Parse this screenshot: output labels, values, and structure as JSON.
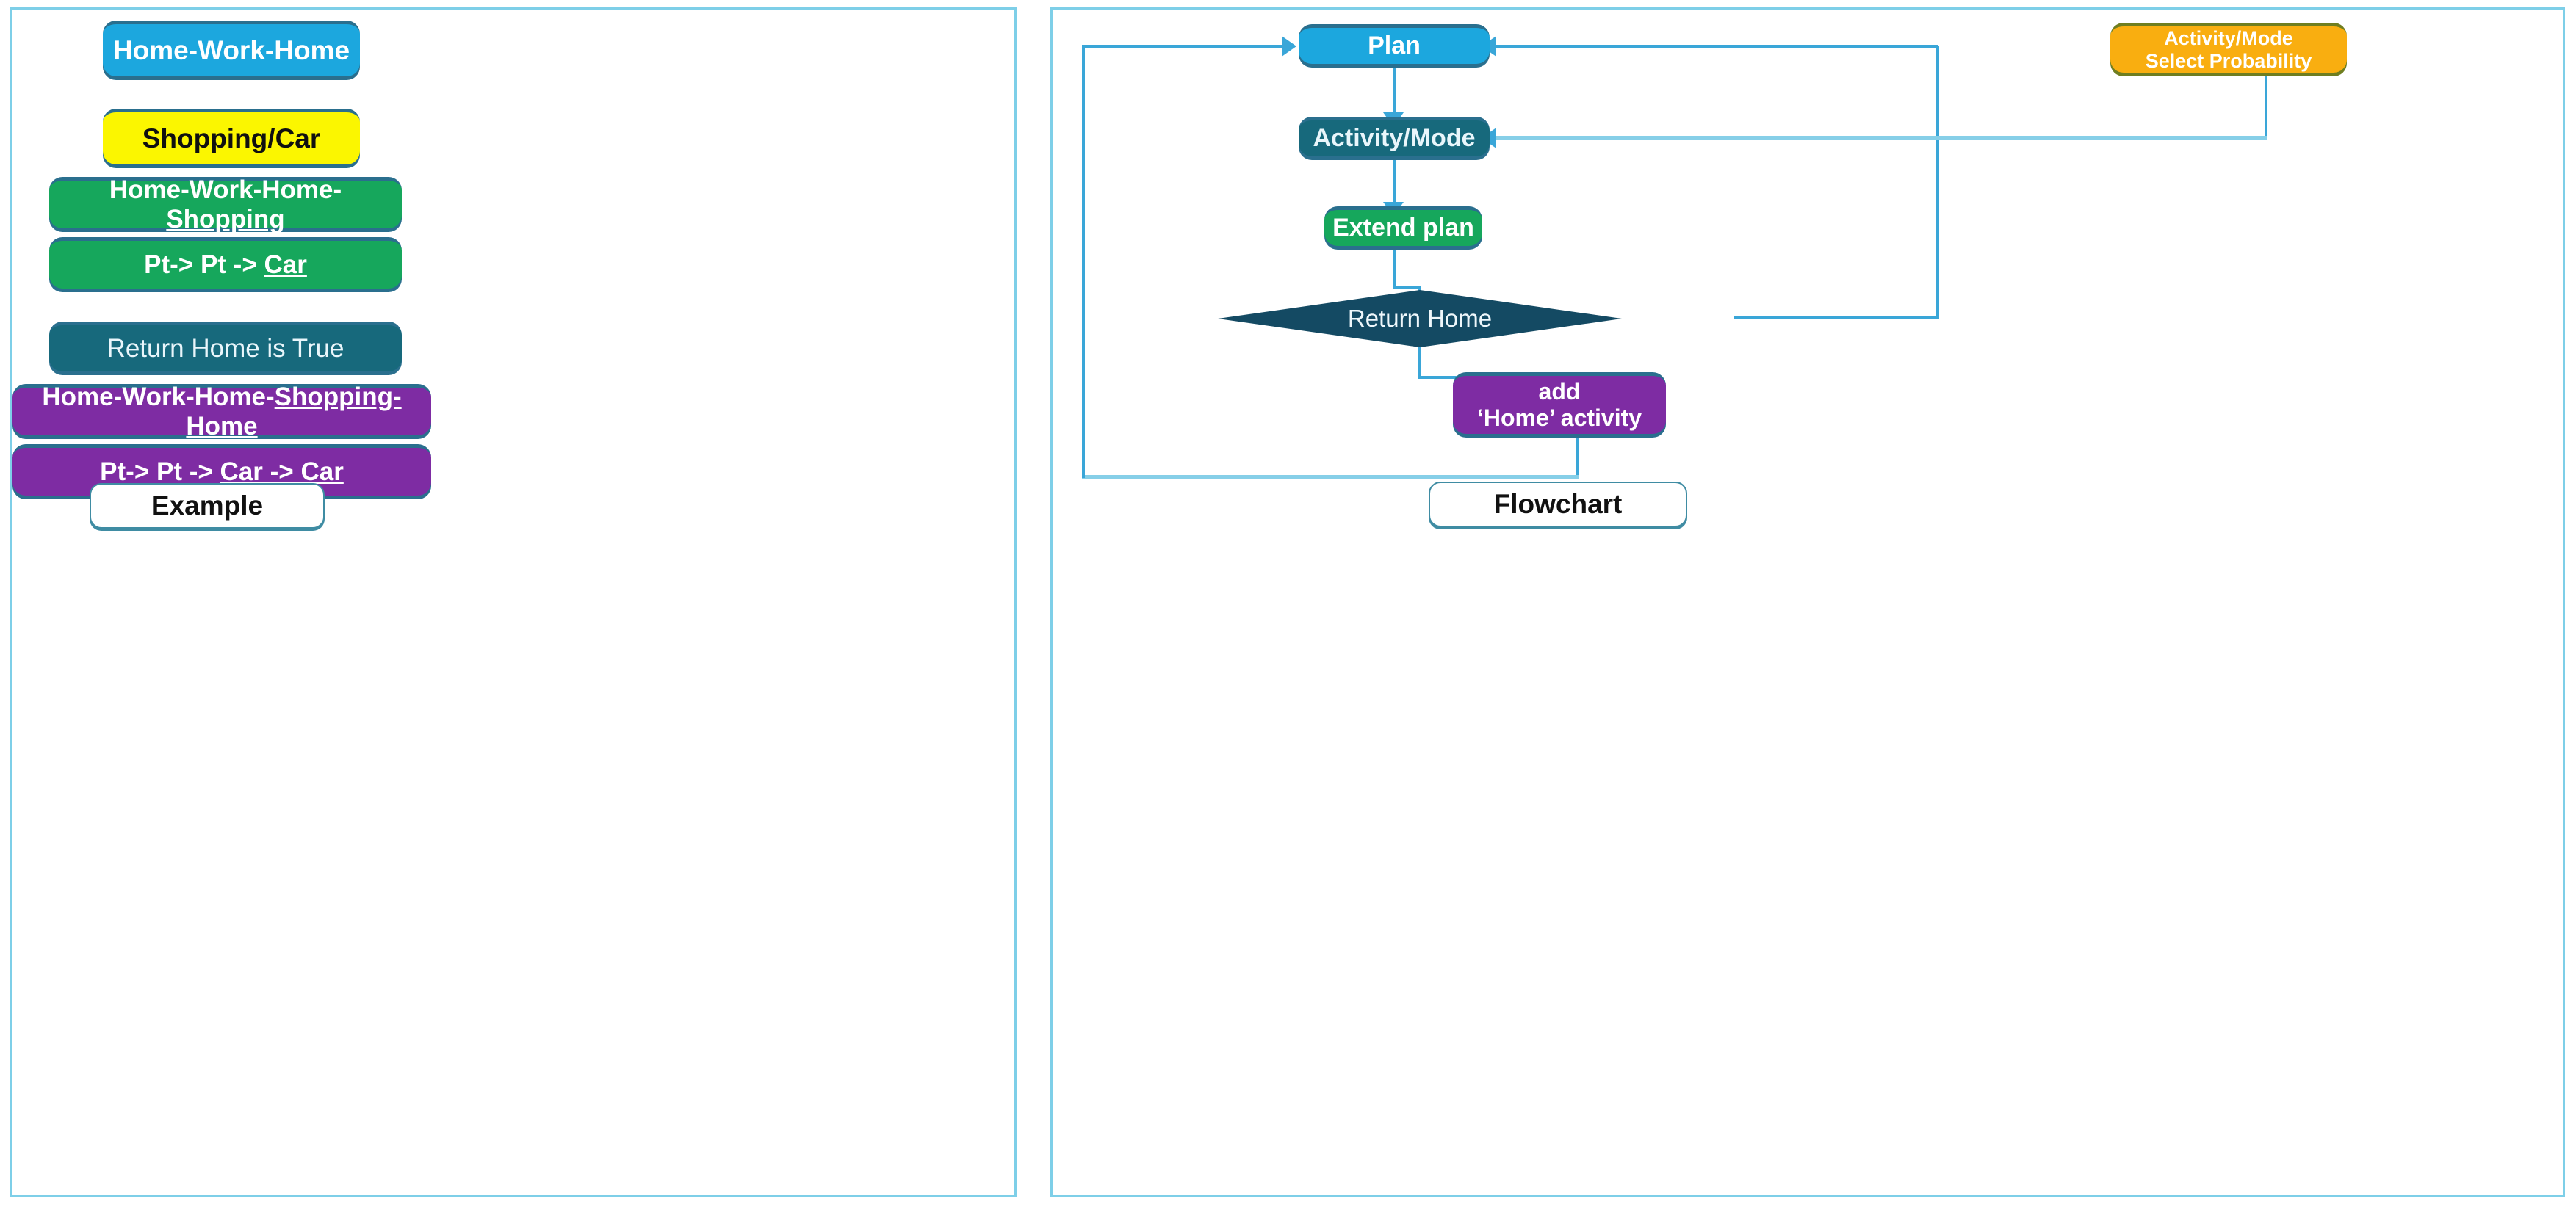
{
  "left_panel": {
    "caption": "Example",
    "items": [
      {
        "id": "home-work-home",
        "text": "Home-Work-Home",
        "color": "#1CA7DE",
        "text_color": "#FFFFFF",
        "underline": ""
      },
      {
        "id": "shopping-car",
        "text": "Shopping/Car",
        "color": "#FBF600",
        "text_color": "#101010",
        "underline": ""
      },
      {
        "id": "home-work-home-shopping",
        "text": "Home-Work-Home-",
        "color": "#16A75C",
        "text_color": "#FFFFFF",
        "underline": "Shopping"
      },
      {
        "id": "pt-pt-car",
        "text": "Pt-> Pt -> ",
        "color": "#16A75C",
        "text_color": "#FFFFFF",
        "underline": "Car"
      },
      {
        "id": "return-home-is-true",
        "text": "Return Home is True",
        "color": "#17697C",
        "text_color": "#E9F6FB",
        "underline": ""
      },
      {
        "id": "home-work-home-shopping-home",
        "text": "Home-Work-Home-",
        "color": "#7E2CA3",
        "text_color": "#FFFFFF",
        "underline": "Shopping-Home"
      },
      {
        "id": "pt-pt-car-car",
        "text": "Pt-> Pt -> ",
        "color": "#7E2CA3",
        "text_color": "#FFFFFF",
        "underline": "Car -> Car"
      }
    ]
  },
  "right_panel": {
    "caption": "Flowchart",
    "nodes": {
      "plan": {
        "label": "Plan",
        "color": "#1CA7DE",
        "shape": "rounded-rect"
      },
      "activity_mode": {
        "label": "Activity/Mode",
        "color": "#17697C",
        "shape": "rounded-rect"
      },
      "extend_plan": {
        "label": "Extend plan",
        "color": "#16A75C",
        "shape": "rounded-rect"
      },
      "return_home": {
        "label": "Return Home",
        "color": "#144A63",
        "shape": "diamond"
      },
      "add_home": {
        "label": "add\n‘Home’ activity",
        "color": "#7E2CA3",
        "shape": "rounded-rect"
      },
      "select_prob": {
        "label": "Activity/Mode\nSelect Probability",
        "color": "#F9AE10",
        "shape": "rounded-rect"
      }
    },
    "edges": [
      {
        "from": "plan",
        "to": "activity_mode"
      },
      {
        "from": "activity_mode",
        "to": "extend_plan"
      },
      {
        "from": "extend_plan",
        "to": "return_home"
      },
      {
        "from": "return_home",
        "to": "add_home"
      },
      {
        "from": "return_home",
        "to": "plan"
      },
      {
        "from": "select_prob",
        "to": "activity_mode"
      },
      {
        "from": "add_home",
        "to": "plan"
      }
    ]
  },
  "colors": {
    "panel_border": "#7ECFE8",
    "connector": "#3AA6D8",
    "connector_light": "#86CFE8",
    "shadow": "#2A6F8E"
  }
}
